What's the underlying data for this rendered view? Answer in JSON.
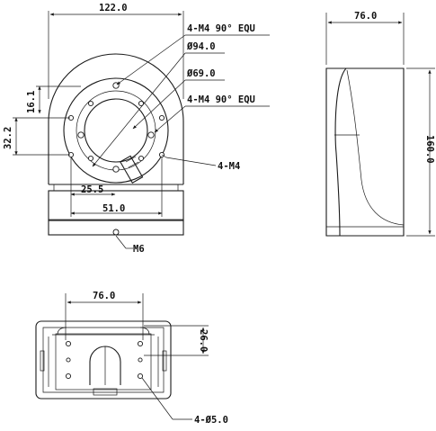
{
  "front_view": {
    "width_dim": "122.0",
    "callout_screw_top": "4-M4 90° EQU",
    "callout_dia_outer": "Ø94.0",
    "callout_dia_inner": "Ø69.0",
    "callout_screw_mid": "4-M4 90° EQU",
    "callout_m4": "4-M4",
    "dim_16": "16.1",
    "dim_32": "32.2",
    "dim_25": "25.5",
    "dim_51": "51.0",
    "callout_m6": "M6"
  },
  "side_view": {
    "depth_dim": "76.0",
    "height_dim": "160.0"
  },
  "bottom_view": {
    "width_dim": "76.0",
    "offset_dim": "26.0",
    "callout_holes": "4-Ø5.0"
  },
  "colors": {
    "line": "#1a1a1a",
    "background": "#ffffff"
  }
}
